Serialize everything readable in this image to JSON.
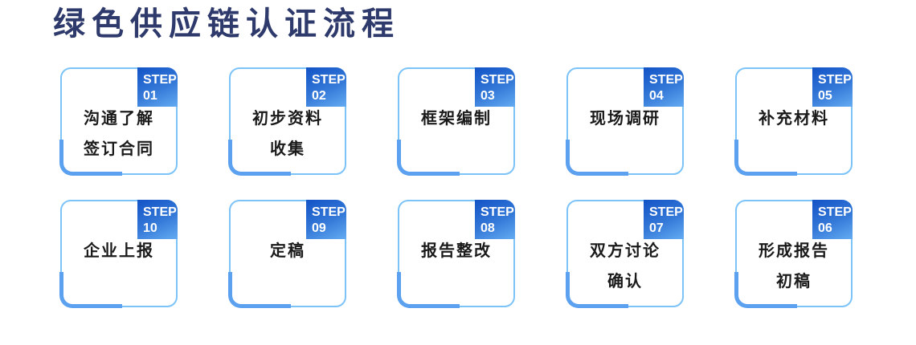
{
  "page": {
    "title": "绿色供应链认证流程"
  },
  "badge_label": "STEP",
  "steps": [
    {
      "number": "01",
      "lines": [
        "沟通了解",
        "签订合同"
      ]
    },
    {
      "number": "02",
      "lines": [
        "初步资料",
        "收集"
      ]
    },
    {
      "number": "03",
      "lines": [
        "框架编制"
      ]
    },
    {
      "number": "04",
      "lines": [
        "现场调研"
      ]
    },
    {
      "number": "05",
      "lines": [
        "补充材料"
      ]
    },
    {
      "number": "10",
      "lines": [
        "企业上报"
      ]
    },
    {
      "number": "09",
      "lines": [
        "定稿"
      ]
    },
    {
      "number": "08",
      "lines": [
        "报告整改"
      ]
    },
    {
      "number": "07",
      "lines": [
        "双方讨论",
        "确认"
      ]
    },
    {
      "number": "06",
      "lines": [
        "形成报告",
        "初稿"
      ]
    }
  ],
  "colors": {
    "title_color": "#2e3a6b",
    "badge_gradient_start": "#1253c6",
    "badge_gradient_end": "#63abf2",
    "card_border": "#7cc3f8",
    "accent_color": "#5ba1f0",
    "text_color": "#1a1a1a"
  }
}
